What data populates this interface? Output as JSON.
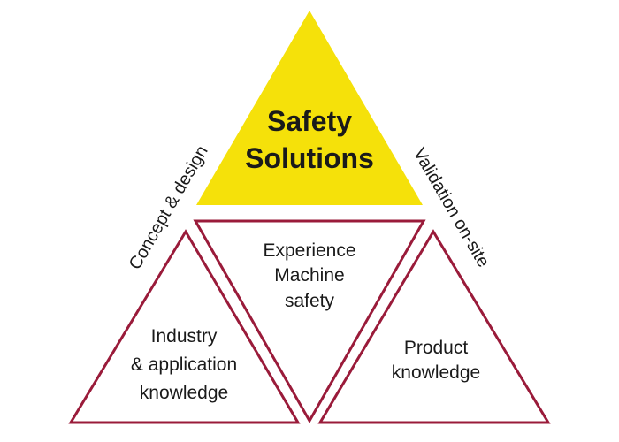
{
  "top": {
    "title_lines": [
      "Safety",
      "Solutions"
    ],
    "color": "#f5e10a"
  },
  "center": {
    "lines": [
      "Experience",
      "Machine",
      "safety"
    ]
  },
  "left": {
    "lines": [
      "Industry",
      "& application",
      "knowledge"
    ]
  },
  "right": {
    "lines": [
      "Product",
      "knowledge"
    ]
  },
  "side_labels": {
    "left": "Concept & design",
    "right": "Validation on-site"
  },
  "outline_color": "#9a1b3a"
}
